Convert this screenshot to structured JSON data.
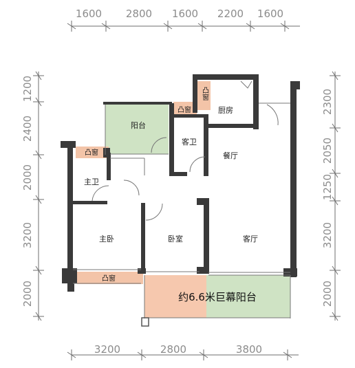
{
  "top_dims": [
    "1600",
    "2800",
    "1600",
    "2200",
    "1600"
  ],
  "bottom_dims": [
    "3200",
    "2800",
    "3800"
  ],
  "left_dims": [
    "1200",
    "2400",
    "2000",
    "3200",
    "2000"
  ],
  "right_dims": [
    "2300",
    "2050",
    "1250",
    "3200",
    "2000"
  ],
  "rooms": {
    "balcony": "阳台",
    "kitchen": "厨房",
    "guest_bath": "客卫",
    "dining": "餐厅",
    "master_bath": "主卫",
    "master_bedroom": "主卧",
    "bedroom": "卧室",
    "living": "客厅"
  },
  "bay_window_label": "凸窗",
  "giant_balcony_label": "约6.6米巨幕阳台",
  "colors": {
    "wall": "#3a3a3a",
    "balcony_green": "#cfe3c4",
    "bay_window_orange": "#f3c4a8",
    "dim_line": "#6e6e6e"
  }
}
